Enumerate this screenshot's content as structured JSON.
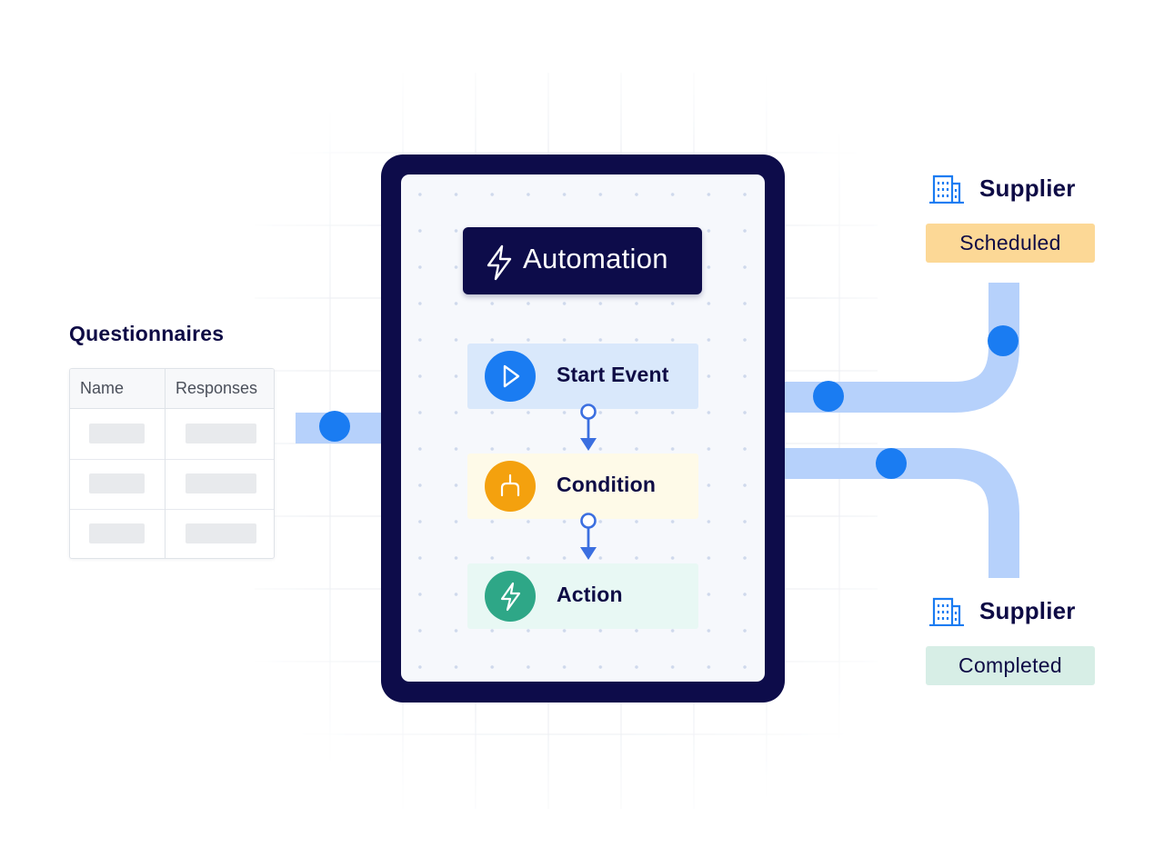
{
  "colors": {
    "navy": "#0d0c4a",
    "pipe": "#b6d1fb",
    "connector_dot": "#1a7cf2",
    "start_event": "#1a7cf2",
    "condition": "#f4a10e",
    "action": "#2ea787",
    "scheduled_badge": "#fcd896",
    "completed_badge": "#d7eee6"
  },
  "questionnaires": {
    "title": "Questionnaires",
    "columns": [
      "Name",
      "Responses"
    ],
    "row_count": 3
  },
  "automation": {
    "title": "Automation",
    "icon": "lightning-icon",
    "steps": [
      {
        "label": "Start Event",
        "icon": "play-icon"
      },
      {
        "label": "Condition",
        "icon": "branch-icon"
      },
      {
        "label": "Action",
        "icon": "lightning-icon"
      }
    ]
  },
  "suppliers": [
    {
      "label": "Supplier",
      "status": "Scheduled",
      "icon": "building-icon"
    },
    {
      "label": "Supplier",
      "status": "Completed",
      "icon": "building-icon"
    }
  ]
}
